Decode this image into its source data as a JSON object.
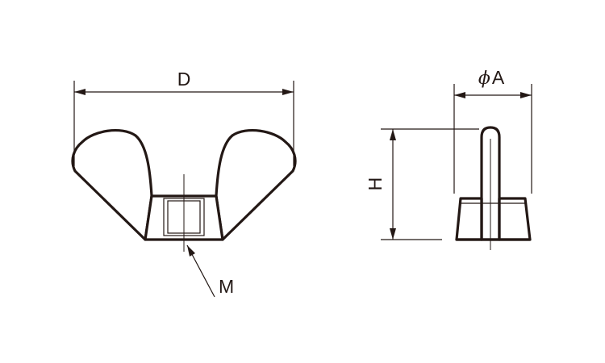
{
  "labels": {
    "diameter": "D",
    "thread": "M",
    "height": "H",
    "thickness_phi": "ϕ",
    "thickness": "A"
  },
  "colors": {
    "line": "#231815",
    "background": "#ffffff"
  }
}
